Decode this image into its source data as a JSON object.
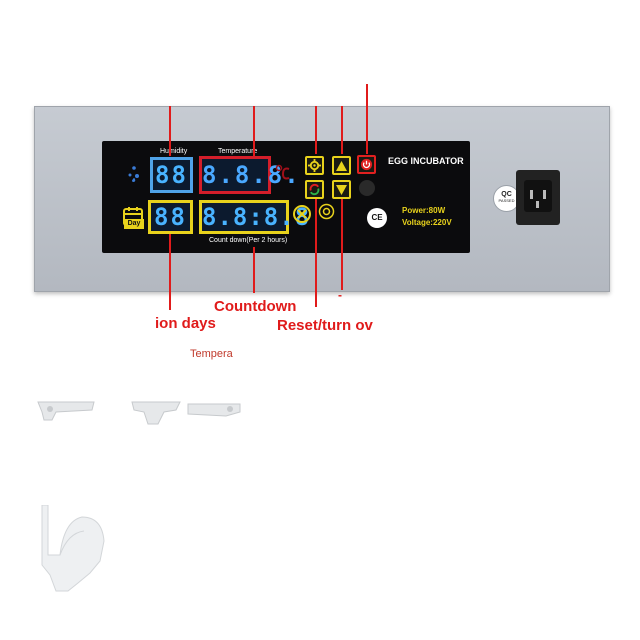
{
  "panel": {
    "humidity_label": "Humidity",
    "temperature_label": "Temperature",
    "humidity_display": "88",
    "temperature_display": "8.8.8.",
    "day_display": "88",
    "countdown_display": "8.8:8.8",
    "day_label": "Day",
    "countdown_label": "Count down(Per 2 hours)",
    "brand_title": "EGG INCUBATOR",
    "power": "Power:80W",
    "voltage": "Voltage:220V",
    "ce_mark": "CE",
    "qc_top": "QC",
    "qc_bottom": "PASSED"
  },
  "annotations": {
    "countdown": "Countdown",
    "days": "ion days",
    "reset": "Reset/turn ov",
    "temperature": "Tempera",
    "dash": "-"
  },
  "colors": {
    "annotation": "#e01b1b",
    "display_blue": "#4fa3e8",
    "display_red": "#d41e2a",
    "button_yellow": "#e8d21c"
  }
}
